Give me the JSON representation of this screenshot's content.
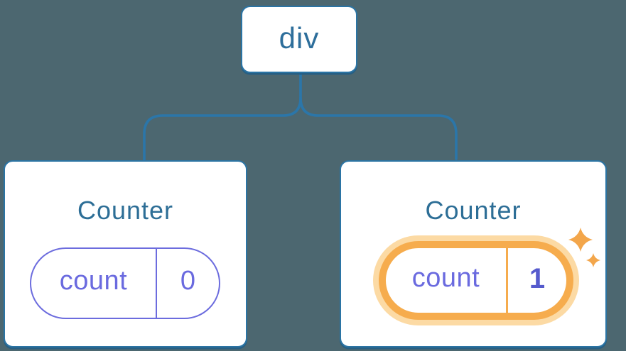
{
  "tree": {
    "root": {
      "label": "div"
    },
    "children": [
      {
        "title": "Counter",
        "state_pill": {
          "key": "count",
          "value": "0"
        },
        "highlighted": false
      },
      {
        "title": "Counter",
        "state_pill": {
          "key": "count",
          "value": "1"
        },
        "highlighted": true
      }
    ]
  },
  "icons": {
    "sparkles": "sparkles-icon"
  },
  "colors": {
    "background": "#4C6770",
    "node_fill": "#FFFFFF",
    "node_border_blue": "#2B74A4",
    "connector_blue": "#2B76A9",
    "node_text_blue": "#2D6E96",
    "state_indigo": "#6A6ADF",
    "state_border_indigo": "#6C6CDE",
    "state_value_highlight_indigo": "#555ACD",
    "highlight_orange": "#F6AC4D",
    "highlight_glow_orange": "#FCDAA4",
    "sparkle_orange": "#F3A64B"
  }
}
